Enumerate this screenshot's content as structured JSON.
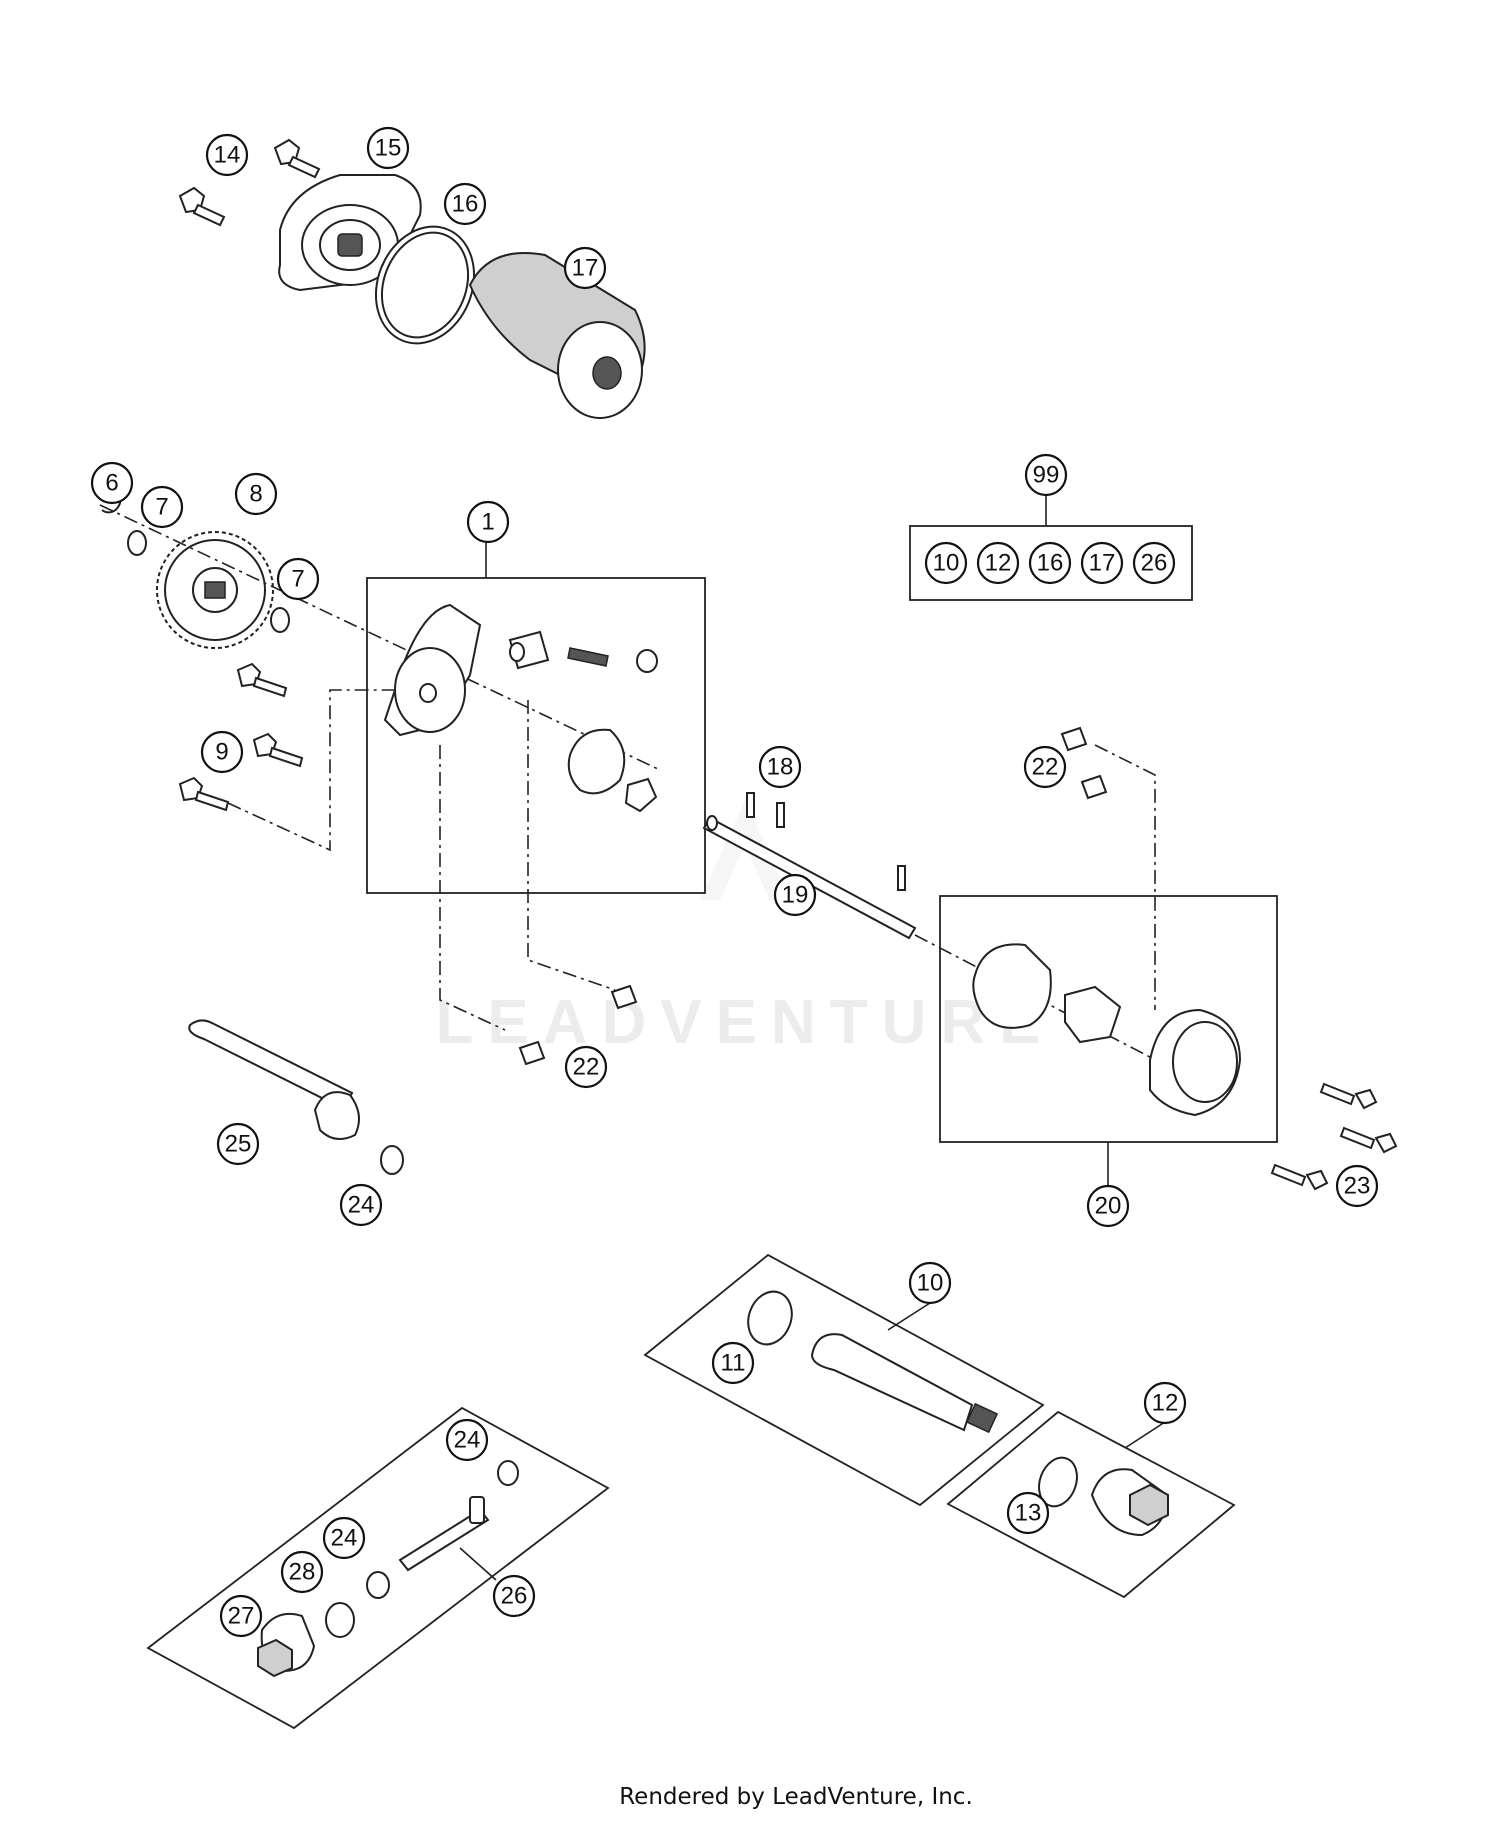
{
  "watermark": "LEADVENTURE",
  "footer": "Rendered by LeadVenture, Inc.",
  "kit": {
    "label": "99",
    "contents": [
      "10",
      "12",
      "16",
      "17",
      "26"
    ]
  },
  "callouts": {
    "c1": "1",
    "c6": "6",
    "c7a": "7",
    "c7b": "7",
    "c8": "8",
    "c9": "9",
    "c10": "10",
    "c11": "11",
    "c12": "12",
    "c13": "13",
    "c14": "14",
    "c15": "15",
    "c16": "16",
    "c17": "17",
    "c18": "18",
    "c19": "19",
    "c20": "20",
    "c22a": "22",
    "c22b": "22",
    "c23": "23",
    "c24a": "24",
    "c24b": "24",
    "c24c": "24",
    "c25": "25",
    "c26": "26",
    "c27": "27",
    "c28": "28"
  }
}
